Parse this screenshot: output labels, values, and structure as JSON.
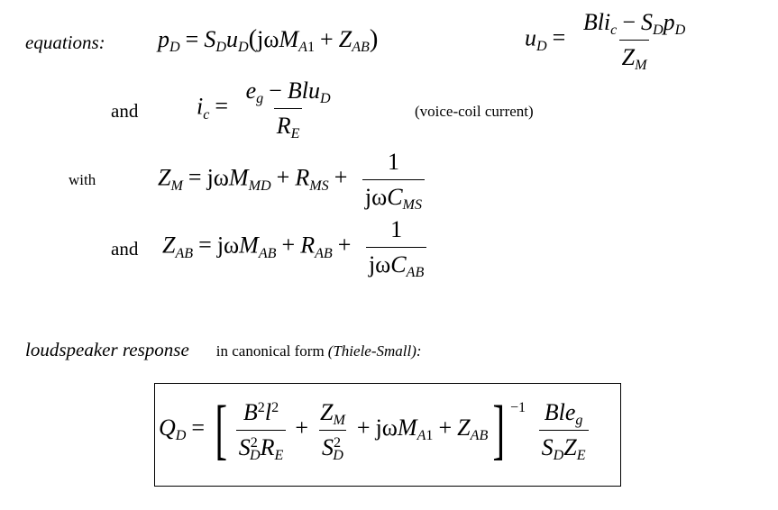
{
  "labels": {
    "equations": "equations:",
    "and1": "and",
    "with": "with",
    "and2": "and",
    "voice_coil": "(voice-coil current)",
    "loudspeaker_response": "loudspeaker response",
    "canonical_prefix": "in canonical form",
    "canonical_name": "(Thiele-Small):"
  }
}
